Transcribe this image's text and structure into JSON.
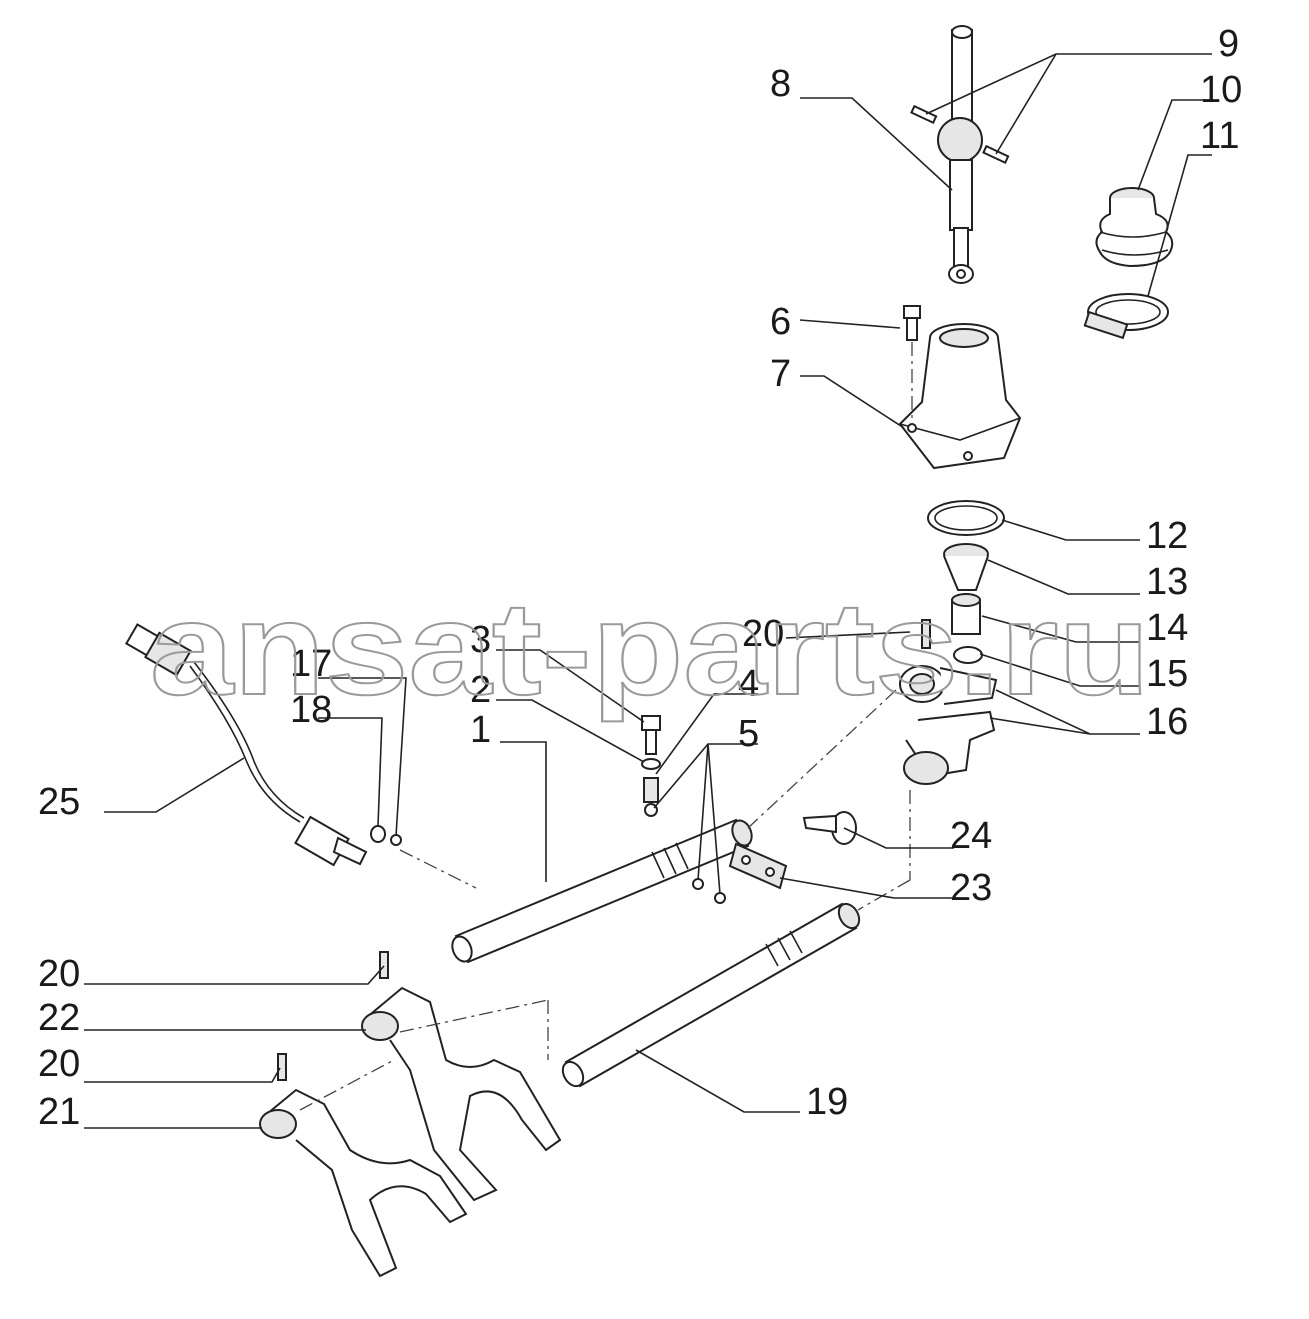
{
  "watermark": "ansat-parts.ru",
  "callouts": [
    {
      "id": "c1",
      "text": "1"
    },
    {
      "id": "c2",
      "text": "2"
    },
    {
      "id": "c3",
      "text": "3"
    },
    {
      "id": "c4",
      "text": "4"
    },
    {
      "id": "c5",
      "text": "5"
    },
    {
      "id": "c6",
      "text": "6"
    },
    {
      "id": "c7",
      "text": "7"
    },
    {
      "id": "c8",
      "text": "8"
    },
    {
      "id": "c9",
      "text": "9"
    },
    {
      "id": "c10",
      "text": "10"
    },
    {
      "id": "c11",
      "text": "11"
    },
    {
      "id": "c12",
      "text": "12"
    },
    {
      "id": "c13",
      "text": "13"
    },
    {
      "id": "c14",
      "text": "14"
    },
    {
      "id": "c15",
      "text": "15"
    },
    {
      "id": "c16",
      "text": "16"
    },
    {
      "id": "c17",
      "text": "17"
    },
    {
      "id": "c18",
      "text": "18"
    },
    {
      "id": "c19",
      "text": "19"
    },
    {
      "id": "c20a",
      "text": "20"
    },
    {
      "id": "c20b",
      "text": "20"
    },
    {
      "id": "c20c",
      "text": "20"
    },
    {
      "id": "c21",
      "text": "21"
    },
    {
      "id": "c22",
      "text": "22"
    },
    {
      "id": "c23",
      "text": "23"
    },
    {
      "id": "c24",
      "text": "24"
    },
    {
      "id": "c25",
      "text": "25"
    }
  ]
}
